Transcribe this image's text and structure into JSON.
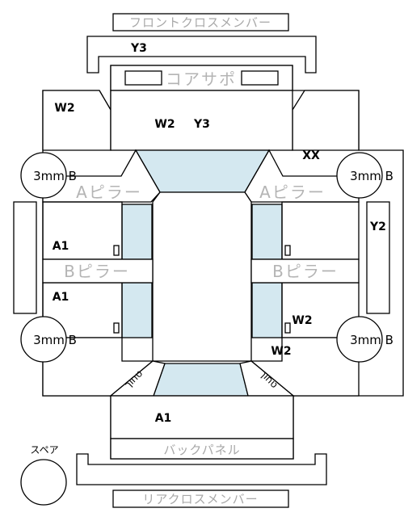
{
  "panels": {
    "front_cross_member": "フロントクロスメンバー",
    "core_support": "コアサポ",
    "a_pillar_left": "Aピラー",
    "a_pillar_right": "Aピラー",
    "b_pillar_left": "Bピラー",
    "b_pillar_right": "Bピラー",
    "back_panel": "バックパネル",
    "rear_cross_member": "リアクロスメンバー"
  },
  "grades": {
    "front_cross_member": "Y3",
    "front_left_fender": "W2",
    "hood_1": "W2",
    "hood_2": "Y3",
    "front_right_fender": "XX",
    "left_front_door": "A1",
    "left_rear_door": "A1",
    "right_side_sill": "Y2",
    "right_rear_door": "W2",
    "rear_right_quarter": "W2",
    "trunk": "A1"
  },
  "tires": {
    "front_left": "3mm B",
    "front_right": "3mm B",
    "rear_left": "3mm B",
    "rear_right": "3mm B"
  },
  "spare_label": "スペア",
  "corner_marks": {
    "rear_left": "טחוך",
    "rear_right": "טחוך"
  },
  "colors": {
    "glass": "#d4e8f0",
    "outline": "#000000",
    "panel_text": "#a8a8a8"
  }
}
